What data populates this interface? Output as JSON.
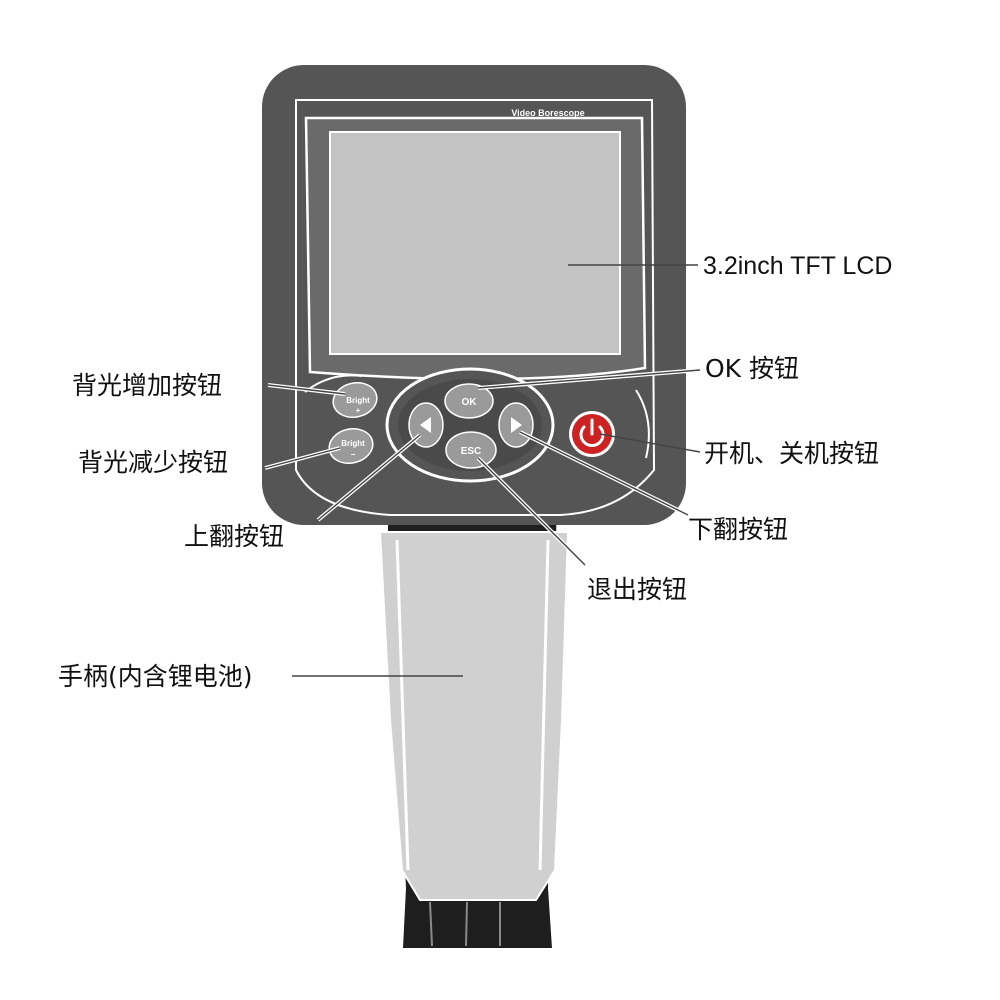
{
  "device": {
    "brand_label": "Video Borescope",
    "buttons": {
      "ok": "OK",
      "esc": "ESC",
      "bright_up": "Bright",
      "bright_up_sign": "+",
      "bright_down": "Bright",
      "bright_down_sign": "−"
    }
  },
  "callouts": {
    "lcd": "3.2inch TFT LCD",
    "ok_button": "OK 按钮",
    "power_button": "开机、关机按钮",
    "backlight_up": "背光增加按钮",
    "backlight_down": "背光减少按钮",
    "page_up": "上翻按钮",
    "page_down": "下翻按钮",
    "exit_button": "退出按钮",
    "handle": "手柄(内含锂电池)"
  },
  "colors": {
    "body": "#555555",
    "screen": "#c3c3c3",
    "handle": "#d0d0d0",
    "handle_dark": "#1e1e1e",
    "button": "#9a9a9a",
    "power": "#cc2222"
  }
}
